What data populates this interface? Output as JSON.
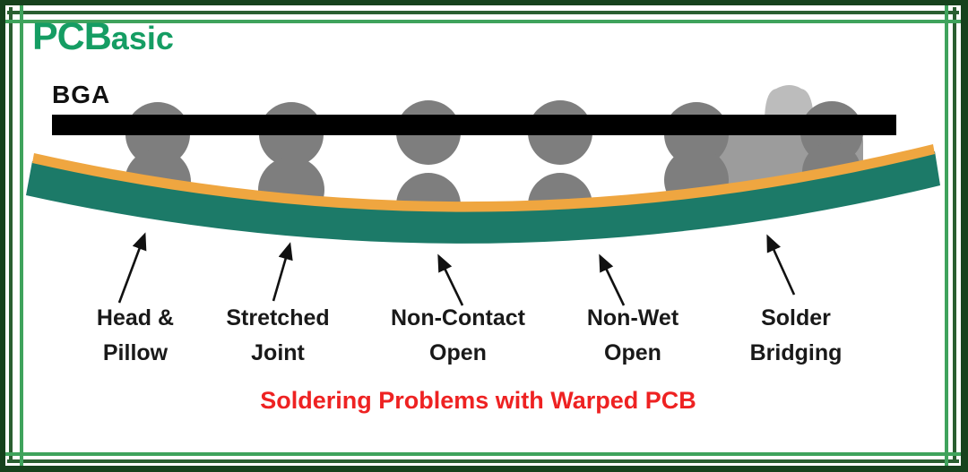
{
  "brand": {
    "name": "PCBasic",
    "logo_text_bold": "PCB",
    "logo_text_rest": "asic",
    "logo_color": "#159d63"
  },
  "diagram": {
    "component_label": "BGA",
    "defects": [
      {
        "line1": "Head &",
        "line2": "Pillow"
      },
      {
        "line1": "Stretched",
        "line2": "Joint"
      },
      {
        "line1": "Non-Contact",
        "line2": "Open"
      },
      {
        "line1": "Non-Wet",
        "line2": "Open"
      },
      {
        "line1": "Solder",
        "line2": "Bridging"
      }
    ],
    "caption": "Soldering Problems with Warped PCB",
    "colors": {
      "bga_bar": "#000000",
      "solder_ball_gray": "#7e7e7e",
      "bridge_mass_gray": "#9c9c9c",
      "squeezed_solder_gray": "#bcbcbc",
      "pcb_board_green": "#1c7a68",
      "pcb_pad_orange": "#efa640",
      "caption_red": "#ee2222",
      "frame_dark_green": "#2a5f31",
      "frame_light_green": "#3fa35c",
      "frame_outer_green": "#16421d",
      "arrow_black": "#111111"
    }
  }
}
